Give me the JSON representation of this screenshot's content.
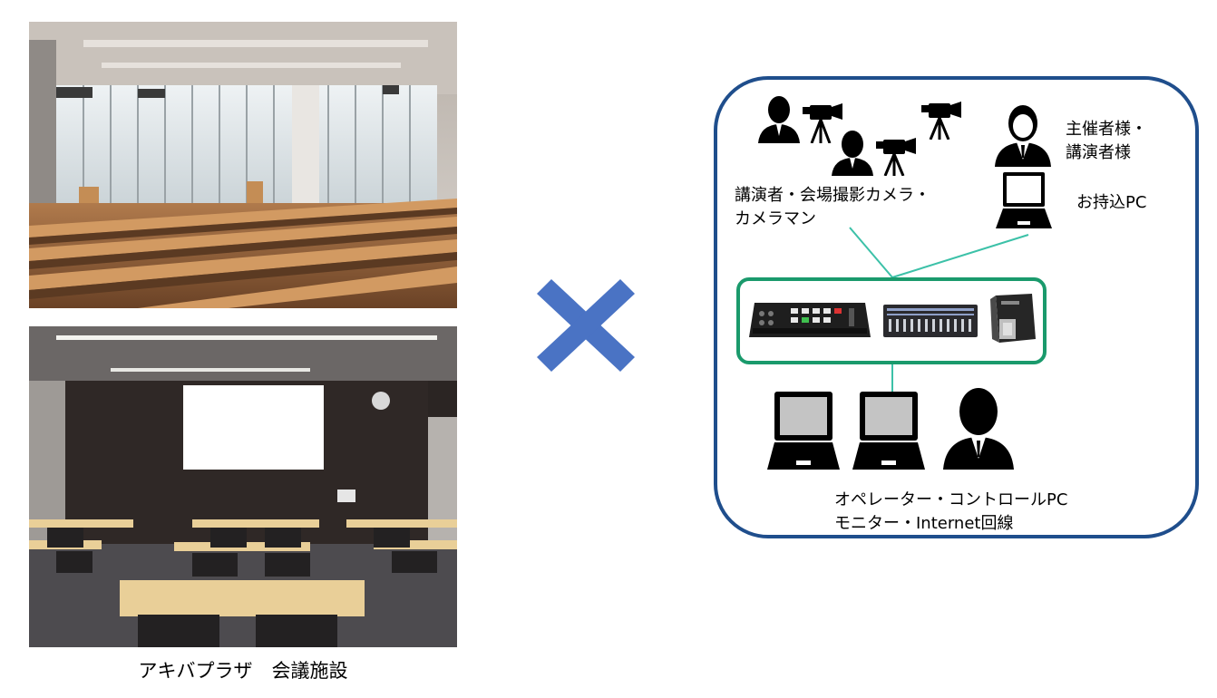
{
  "caption": "アキバプラザ　会議施設",
  "diagram": {
    "organizer_label_line1": "主催者様・",
    "organizer_label_line2": "講演者様",
    "pc_label": "お持込PC",
    "camera_label_line1": "講演者・会場撮影カメラ・",
    "camera_label_line2": "カメラマン",
    "operator_label_line1": "オペレーター・コントロールPC",
    "operator_label_line2": "モニター・Internet回線"
  },
  "colors": {
    "frame": "#1f4e8c",
    "equipment_box": "#1a9a6c",
    "connector": "#3cc1a8",
    "cross": "#4a73c4"
  },
  "icons": [
    "person-icon",
    "camera-icon",
    "laptop-icon",
    "video-switcher-icon",
    "audio-mixer-icon",
    "capture-device-icon",
    "cross-icon"
  ]
}
